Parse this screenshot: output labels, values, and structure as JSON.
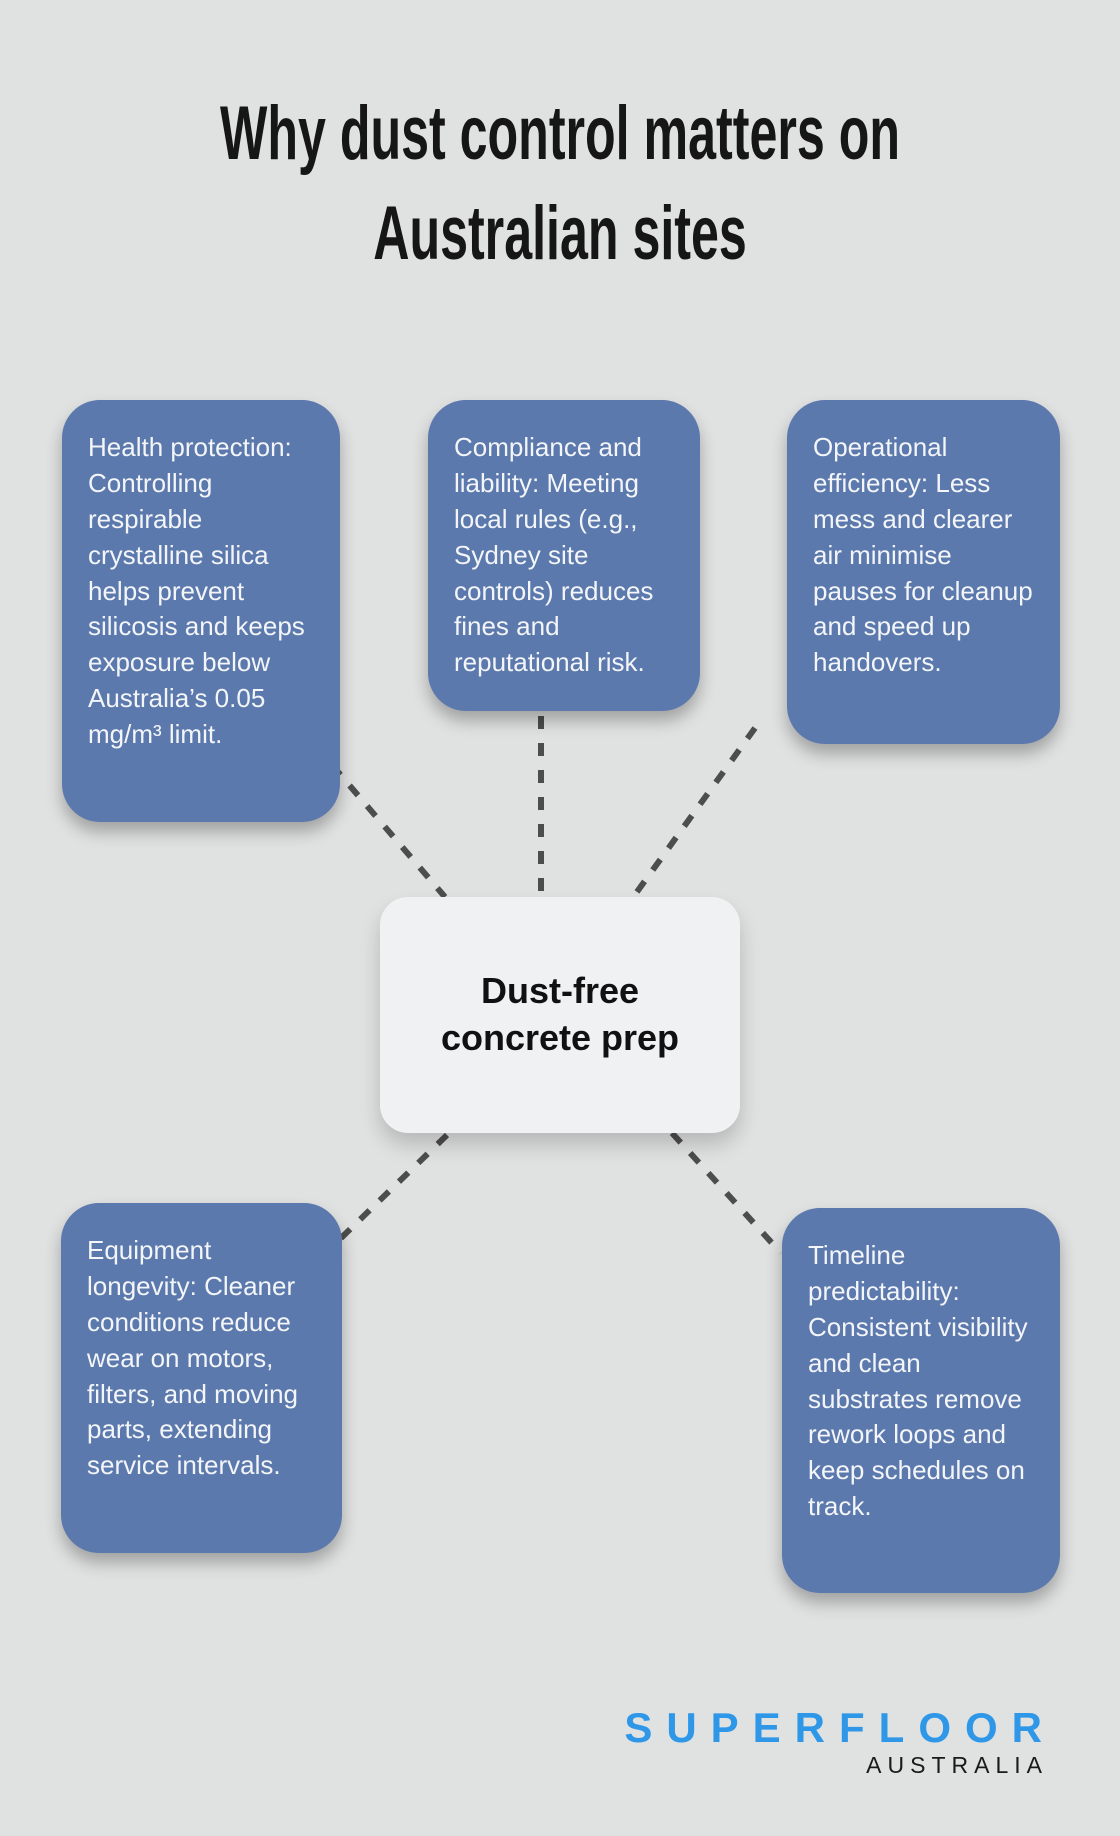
{
  "title": {
    "lines": [
      "Why dust control matters on",
      "Australian sites"
    ]
  },
  "central_node": {
    "label": "Dust-free concrete prep"
  },
  "benefit_nodes": [
    {
      "id": "health-protection",
      "text": "Health protection: Controlling respirable crystalline silica helps prevent silicosis and keeps exposure below Australia’s 0.05 mg/m³ limit."
    },
    {
      "id": "compliance-liability",
      "text": "Compliance and liability: Meeting local rules (e.g., Sydney site controls) reduces fines and reputational risk."
    },
    {
      "id": "operational-efficiency",
      "text": "Operational efficiency: Less mess and clearer air minimise pauses for cleanup and speed up handovers."
    },
    {
      "id": "equipment-longevity",
      "text": "Equipment longevity: Cleaner conditions reduce wear on motors, filters, and moving parts, extending service intervals."
    },
    {
      "id": "timeline-predictability",
      "text": "Timeline predictability: Consistent visibility and clean substrates remove rework loops and keep schedules on track."
    }
  ],
  "logo": {
    "brand": "SUPERFLOOR",
    "region": "AUSTRALIA"
  },
  "colors": {
    "background": "#e0e1e1",
    "node_fill": "#5b79ad",
    "node_text": "#f3f5f8",
    "center_fill": "#f0f1f3",
    "center_text": "#111111",
    "connector": "#4d4d4d",
    "title_text": "#161616",
    "logo_primary": "#2e97e8",
    "logo_secondary": "#1a1a1a"
  }
}
